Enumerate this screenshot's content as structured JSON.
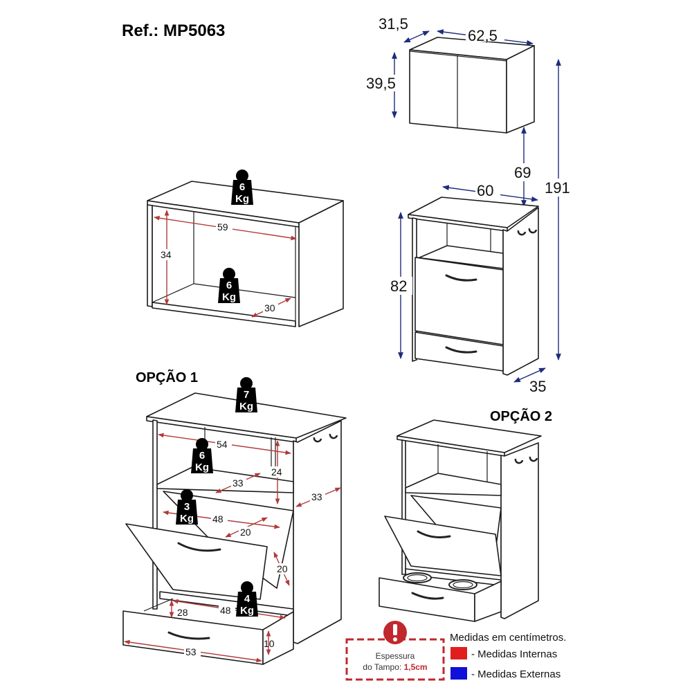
{
  "header": {
    "reference": "Ref.: MP5063"
  },
  "wall_cabinet": {
    "depth": "31,5",
    "width": "62,5",
    "height": "39,5"
  },
  "shelf_unit": {
    "load_top": {
      "value": "6",
      "unit": "Kg"
    },
    "load_bottom": {
      "value": "6",
      "unit": "Kg"
    },
    "inner_width": "59",
    "inner_height": "34",
    "inner_depth": "30"
  },
  "base_cabinet": {
    "width": "60",
    "height": "82",
    "depth": "35",
    "gap_to_wall_cabinet": "69",
    "total_height": "191"
  },
  "option1": {
    "title": "OPÇÃO 1",
    "load_top": {
      "value": "7",
      "unit": "Kg"
    },
    "load_shelf": {
      "value": "6",
      "unit": "Kg"
    },
    "load_tilt": {
      "value": "3",
      "unit": "Kg"
    },
    "load_drawer": {
      "value": "4",
      "unit": "Kg"
    },
    "niche_width": "54",
    "niche_height": "24",
    "shelf_depth": "33",
    "side_depth": "33",
    "tilt_width": "48",
    "tilt_depth": "20",
    "tilt_height": "20",
    "drawer_inner_width": "48",
    "drawer_inner_depth": "28",
    "drawer_front_width": "53",
    "drawer_height": "10"
  },
  "option2": {
    "title": "OPÇÃO 2"
  },
  "notice": {
    "icon": "exclamation-icon",
    "line1": "Espessura",
    "line2": "do Tampo:",
    "value": "1,5cm"
  },
  "legend": {
    "heading": "Medidas em centímetros.",
    "items": [
      {
        "label": "- Medidas Internas",
        "color": "#e01e1e"
      },
      {
        "label": "- Medidas Externas",
        "color": "#1010d8"
      }
    ]
  },
  "colors": {
    "external_dim": "#1d2c7c",
    "internal_dim": "#b23a3a",
    "notice_red": "#c0282d"
  }
}
